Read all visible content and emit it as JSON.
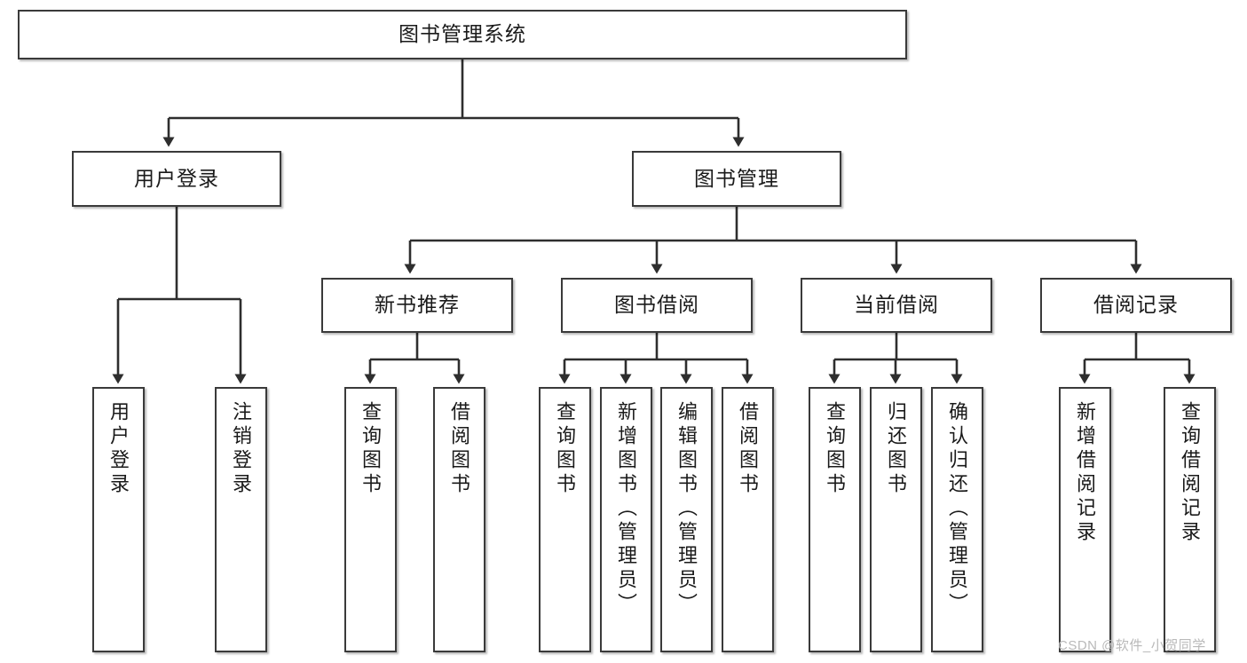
{
  "diagram": {
    "title": "图书管理系统",
    "type": "tree-hierarchy-diagram",
    "orientation": "top-down",
    "colors": {
      "stroke": "#3a3a3a",
      "fill": "#ffffff",
      "text": "#1a1a1a",
      "watermark": "#b9b9b9"
    },
    "levels": {
      "root": {
        "label": "图书管理系统"
      },
      "level2": [
        {
          "label": "用户登录"
        },
        {
          "label": "图书管理"
        }
      ],
      "level3": [
        {
          "label": "新书推荐"
        },
        {
          "label": "图书借阅"
        },
        {
          "label": "当前借阅"
        },
        {
          "label": "借阅记录"
        }
      ],
      "leaves": {
        "user_login": [
          {
            "label": "用户登录"
          },
          {
            "label": "注销登录"
          }
        ],
        "new_book_recommend": [
          {
            "label": "查询图书"
          },
          {
            "label": "借阅图书"
          }
        ],
        "book_borrow": [
          {
            "label": "查询图书"
          },
          {
            "label": "新增图书（管理员）"
          },
          {
            "label": "编辑图书（管理员）"
          },
          {
            "label": "借阅图书"
          }
        ],
        "current_borrow": [
          {
            "label": "查询图书"
          },
          {
            "label": "归还图书"
          },
          {
            "label": "确认归还（管理员）"
          }
        ],
        "borrow_records": [
          {
            "label": "新增借阅记录"
          },
          {
            "label": "查询借阅记录"
          }
        ]
      }
    }
  },
  "watermark": {
    "text": "CSDN @软件_小贺同学"
  }
}
